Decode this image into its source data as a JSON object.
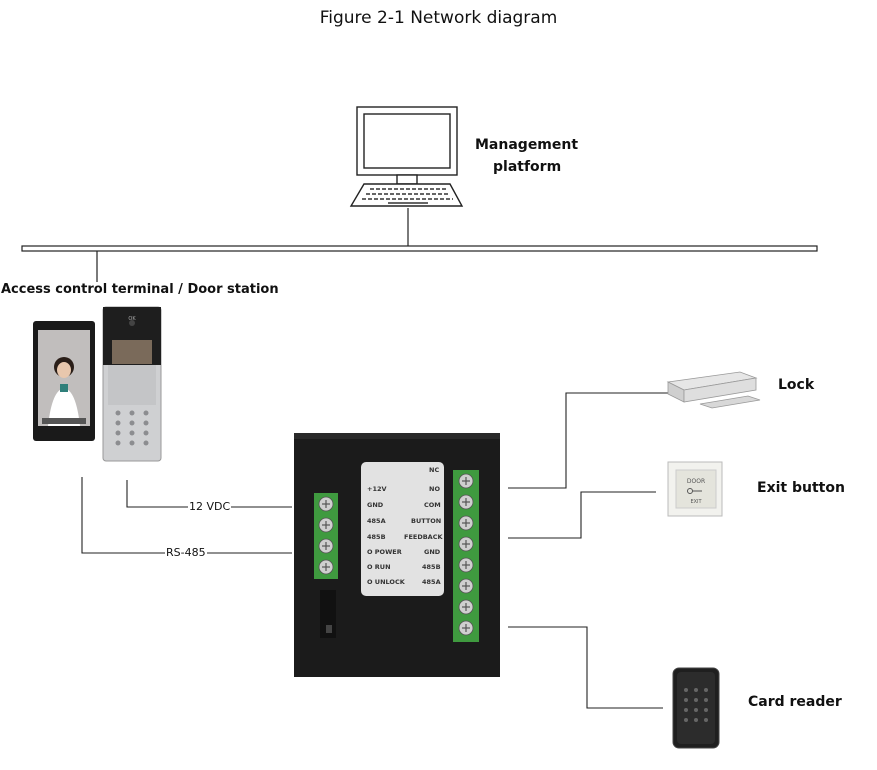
{
  "figure": {
    "title": "Figure 2-1 Network diagram"
  },
  "nodes": {
    "management": {
      "label_line1": "Management",
      "label_line2": "platform",
      "icon": "computer-icon"
    },
    "terminal": {
      "label": "Access control terminal / Door station",
      "keypad_text": "OK"
    },
    "lock": {
      "label": "Lock",
      "icon": "magnetic-lock-icon"
    },
    "exit_button": {
      "label": "Exit button",
      "icon": "exit-button-icon",
      "plate_top": "DOOR",
      "plate_bottom": "EXIT"
    },
    "card_reader": {
      "label": "Card reader",
      "icon": "card-reader-icon"
    }
  },
  "module": {
    "left_col": [
      "+12V",
      "GND",
      "485A",
      "485B",
      "O POWER",
      "O RUN",
      "O UNLOCK"
    ],
    "right_col": [
      "NC",
      "NO",
      "COM",
      "BUTTON",
      "FEEDBACK",
      "GND",
      "485B",
      "485A"
    ]
  },
  "connections": {
    "power": "12 VDC",
    "rs485": "RS-485"
  },
  "colors": {
    "terminal_green": "#3f9a3f",
    "module_body": "#1b1b1b",
    "line": "#222222"
  }
}
